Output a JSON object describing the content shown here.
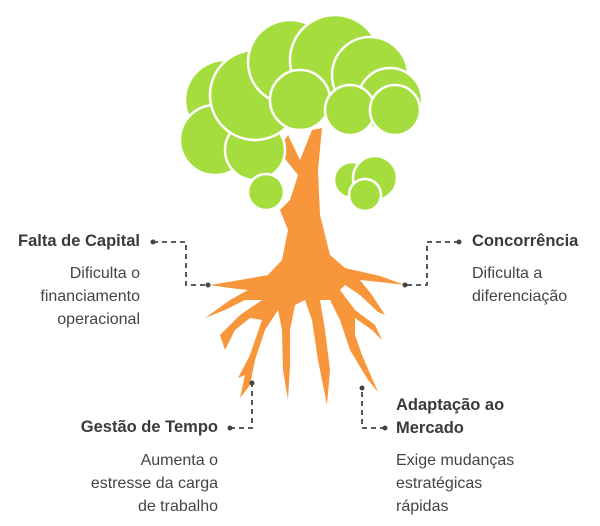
{
  "colors": {
    "canopy": "#a6dd3e",
    "trunk": "#f7963a",
    "connector": "#444444"
  },
  "items": [
    {
      "title": "Falta de Capital",
      "desc": [
        "Dificulta o",
        "financiamento",
        "operacional"
      ]
    },
    {
      "title": "Concorrência",
      "desc": [
        "Dificulta a",
        "diferenciação"
      ]
    },
    {
      "title": "Gestão de Tempo",
      "desc": [
        "Aumenta o",
        "estresse da carga",
        "de trabalho"
      ]
    },
    {
      "title_lines": [
        "Adaptação ao",
        "Mercado"
      ],
      "desc": [
        "Exige mudanças",
        "estratégicas",
        "rápidas"
      ]
    }
  ]
}
